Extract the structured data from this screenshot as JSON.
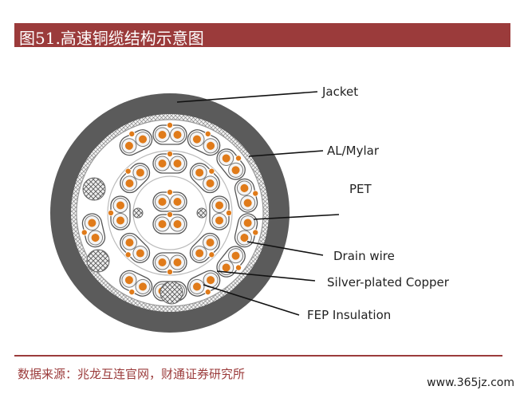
{
  "title": "图51.高速铜缆结构示意图",
  "labels": {
    "jacket": "Jacket",
    "al_mylar": "AL/Mylar",
    "pet": "PET",
    "drain_wire": "Drain wire",
    "silver_copper": "Silver-plated Copper",
    "fep": "FEP Insulation"
  },
  "source": "数据来源：兆龙互连官网，财通证券研究所",
  "site": "www.365jz.com",
  "colors": {
    "title_bar": "#9b3b3b",
    "jacket": "#5b5b5b",
    "copper": "#e07b1a",
    "insulation": "#f4f4f4"
  }
}
